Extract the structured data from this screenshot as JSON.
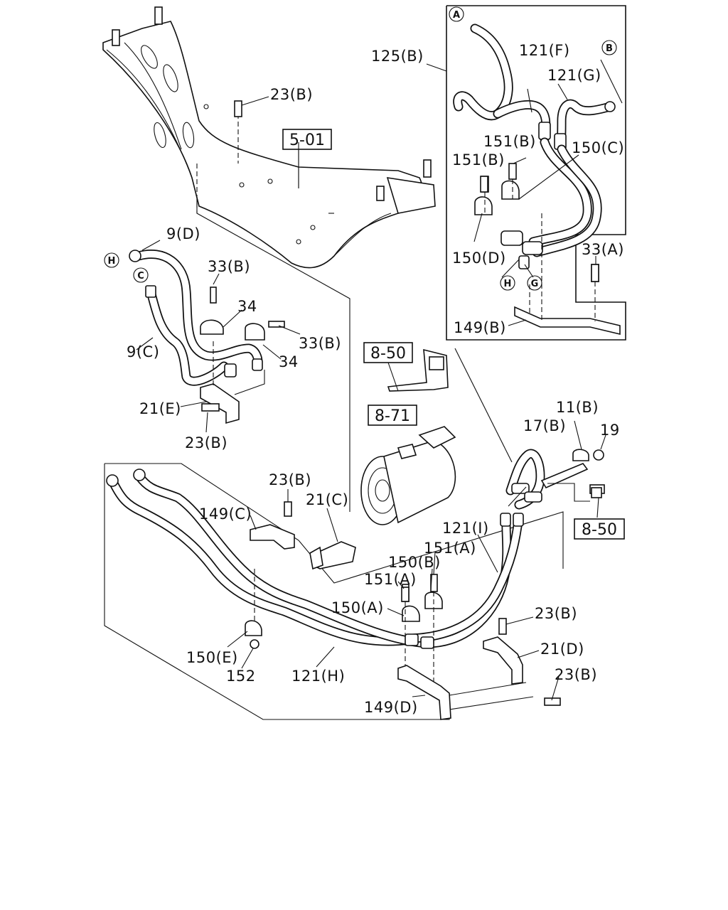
{
  "labels": {
    "l_125B": "125(B)",
    "l_121F": "121(F)",
    "l_121G": "121(G)",
    "l_151B_1": "151(B)",
    "l_151B_2": "151(B)",
    "l_150C": "150(C)",
    "l_150D": "150(D)",
    "l_33A": "33(A)",
    "l_149B": "149(B)",
    "l_23B_1": "23(B)",
    "l_9D": "9(D)",
    "l_33B_1": "33(B)",
    "l_34_1": "34",
    "l_33B_2": "33(B)",
    "l_9C": "9(C)",
    "l_34_2": "34",
    "l_21E": "21(E)",
    "l_23B_2": "23(B)",
    "l_11B": "11(B)",
    "l_17B": "17(B)",
    "l_19": "19",
    "l_23B_3": "23(B)",
    "l_21C": "21(C)",
    "l_149C": "149(C)",
    "l_121I": "121(I)",
    "l_151A_1": "151(A)",
    "l_150B": "150(B)",
    "l_151A_2": "151(A)",
    "l_150A": "150(A)",
    "l_23B_4": "23(B)",
    "l_21D": "21(D)",
    "l_23B_5": "23(B)",
    "l_150E": "150(E)",
    "l_152": "152",
    "l_121H": "121(H)",
    "l_149D": "149(D)"
  },
  "refs": {
    "r_501": "5-01",
    "r_850a": "8-50",
    "r_871": "8-71",
    "r_850b": "8-50"
  },
  "connectors": {
    "c_A": "A",
    "c_B": "B",
    "c_H1": "H",
    "c_G1": "G",
    "c_H2": "H",
    "c_C": "C"
  }
}
